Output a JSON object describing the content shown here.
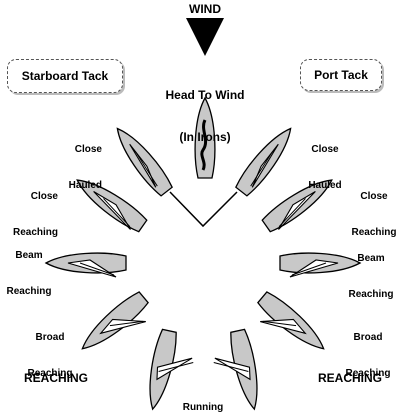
{
  "wind": {
    "label": "WIND"
  },
  "head_to_wind": {
    "line1": "Head To Wind",
    "line2": "(In Irons)"
  },
  "tacks": {
    "starboard": "Starboard Tack",
    "port": "Port Tack"
  },
  "points_of_sail": {
    "close_hauled": {
      "line1": "Close",
      "line2": "Hauled"
    },
    "close_reaching": {
      "line1": "Close",
      "line2": "Reaching"
    },
    "beam_reaching": {
      "line1": "Beam",
      "line2": "Reaching"
    },
    "broad_reaching": {
      "line1": "Broad",
      "line2": "Reaching"
    },
    "running": "Running"
  },
  "sectors": {
    "left": "REACHING",
    "right": "REACHING"
  },
  "colors": {
    "hull": "#c8c8c8",
    "outline": "#000000",
    "sail": "#ffffff"
  }
}
